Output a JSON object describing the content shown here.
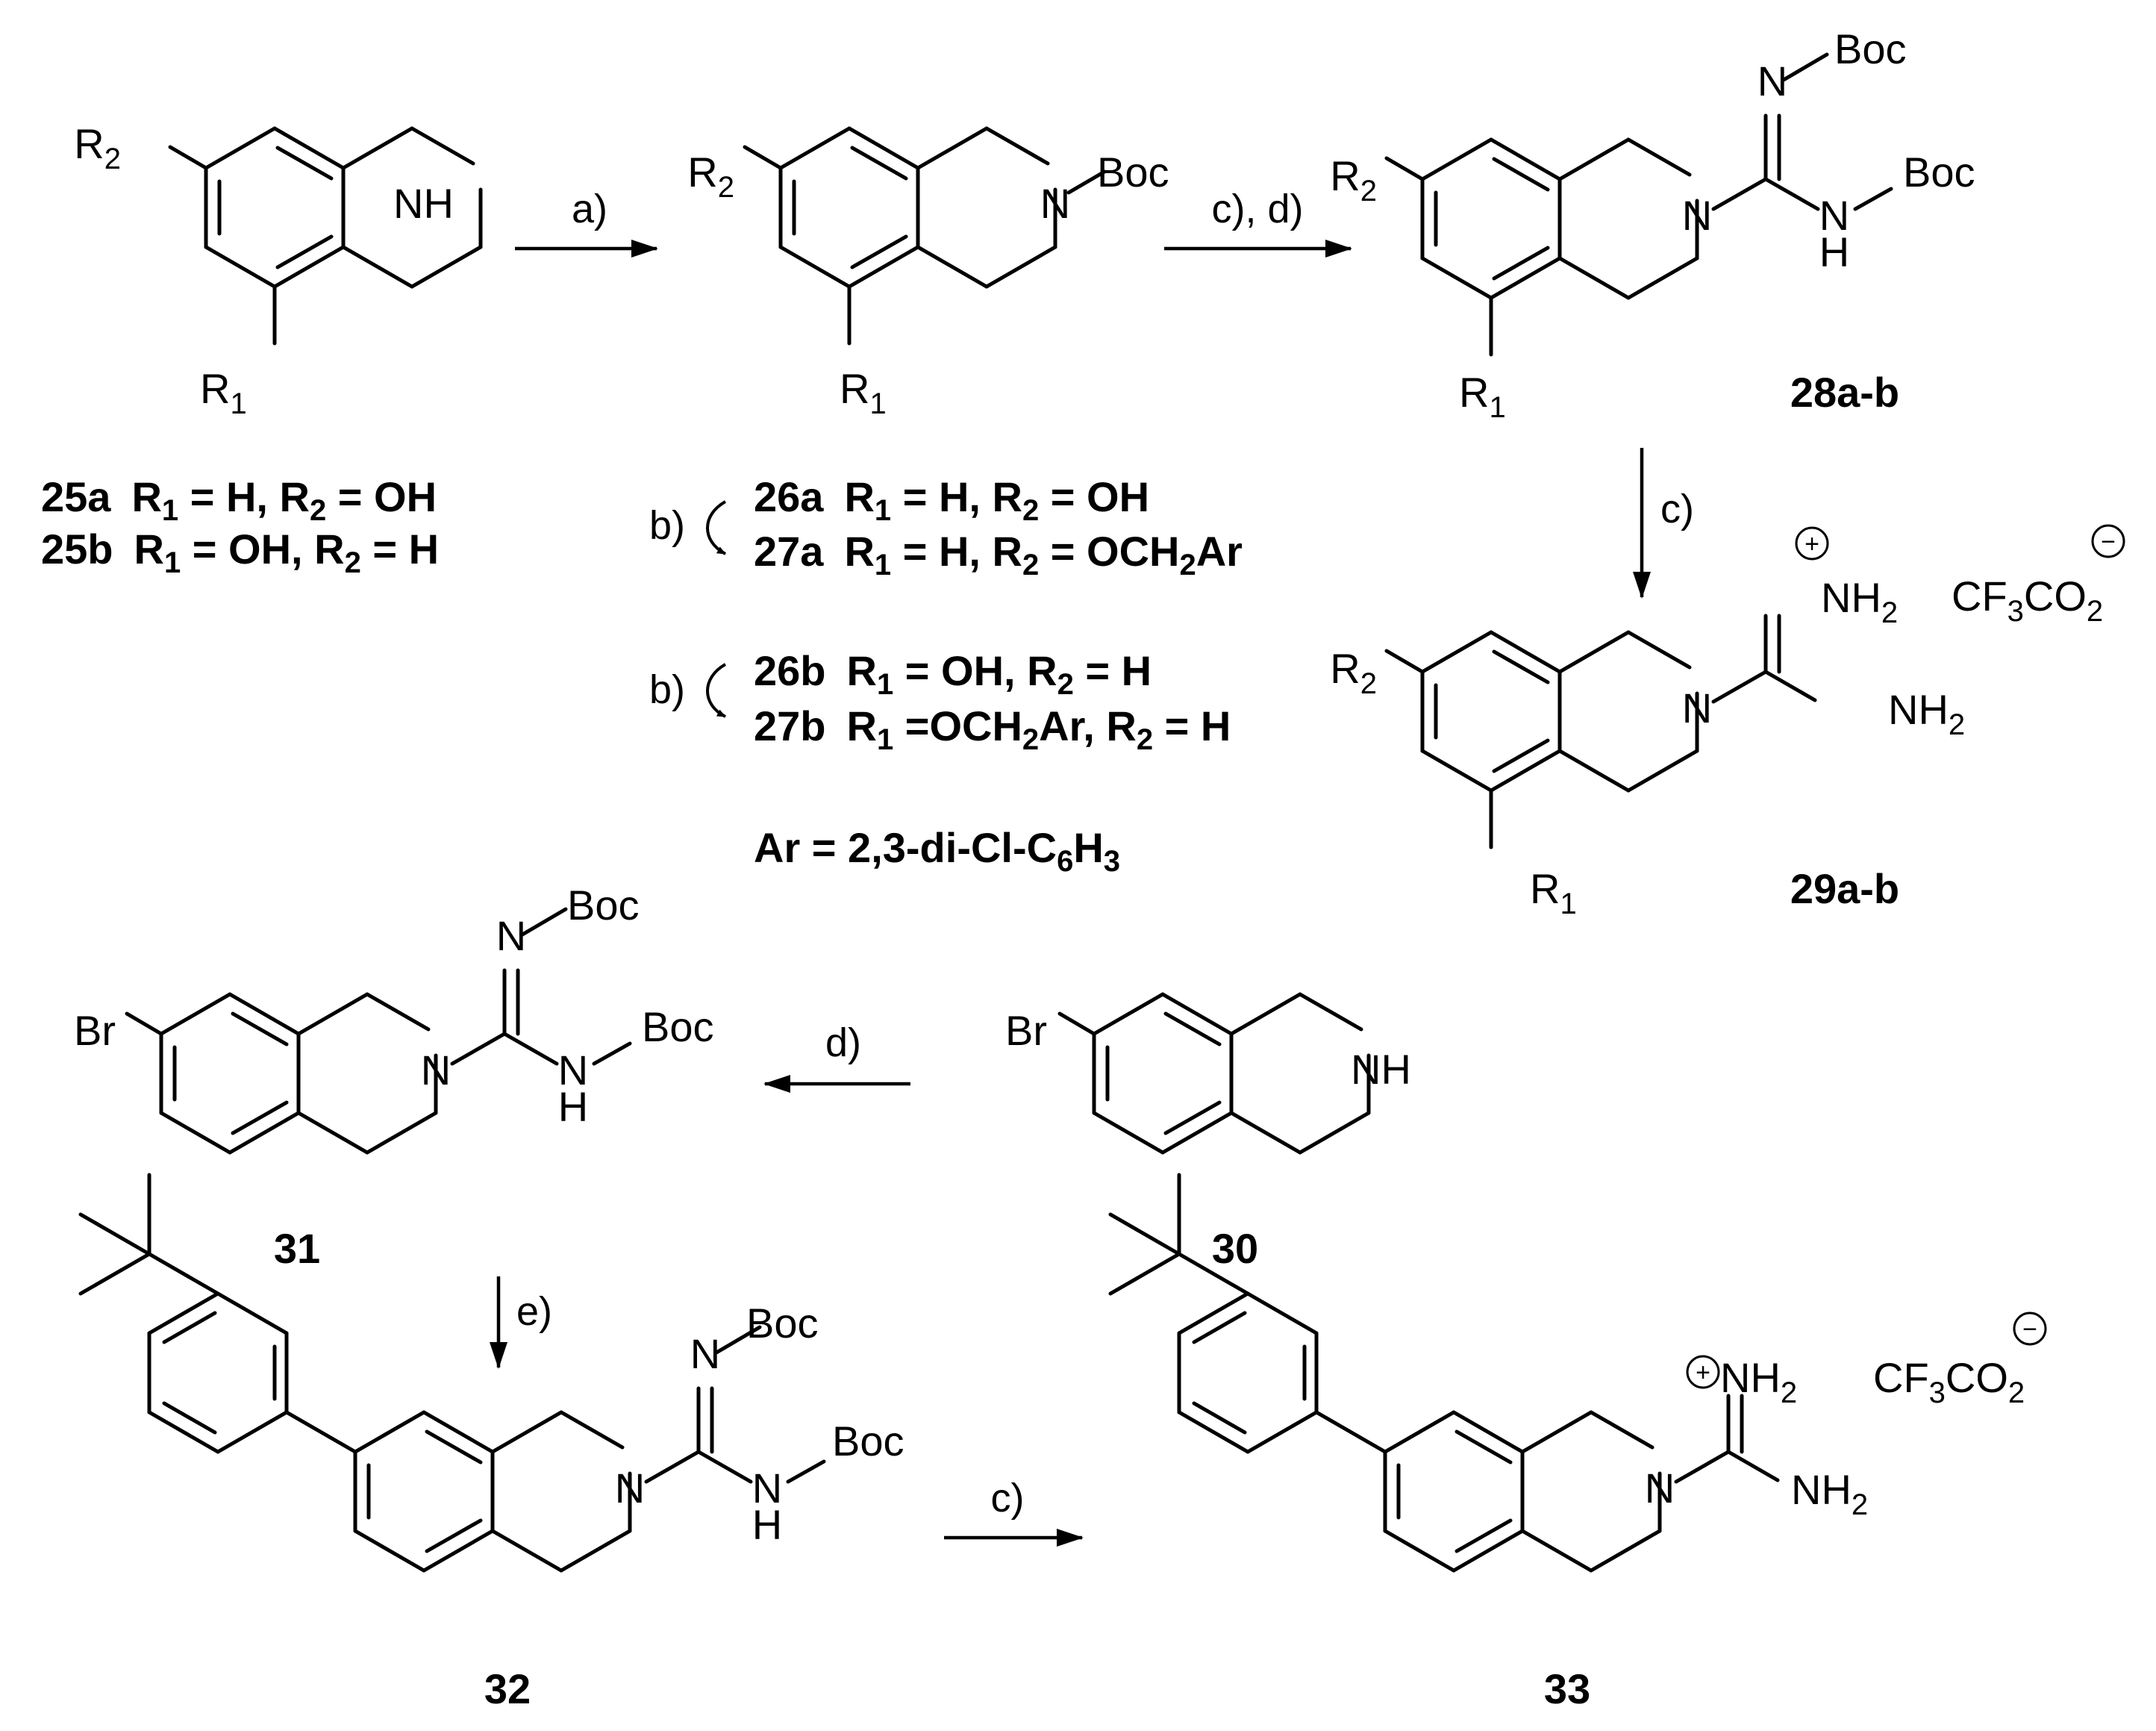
{
  "scheme": {
    "atoms": {
      "r1": "R",
      "r2": "R",
      "r_sub_1": "1",
      "r_sub_2": "2",
      "nh": "NH",
      "n": "N",
      "h": "H",
      "boc": "Boc",
      "br": "Br",
      "nh2": "NH",
      "nh2_sub": "2",
      "plus": "+",
      "minus": "−"
    },
    "counterion": {
      "cf": "CF",
      "f_sub": "3",
      "co": "CO",
      "o_sub": "2"
    },
    "reagents": [
      "a)",
      "b)",
      "c), d)",
      "c)",
      "d)",
      "e)",
      "c)"
    ],
    "compounds": [
      "28a-b",
      "29a-b",
      "31",
      "30",
      "32",
      "33"
    ],
    "definitions": {
      "d25a": {
        "id": "25a",
        "t1": "R",
        "s1": "1",
        "t2": " = H, R",
        "s2": "2",
        "t3": " = OH"
      },
      "d25b": {
        "id": "25b",
        "t1": "R",
        "s1": "1",
        "t2": " = OH, R",
        "s2": "2",
        "t3": " = H"
      },
      "d26a": {
        "id": "26a",
        "t1": "R",
        "s1": "1",
        "t2": " = H, R",
        "s2": "2",
        "t3": " = OH"
      },
      "d27a": {
        "id": "27a",
        "t1": "R",
        "s1": "1",
        "t2": " = H, R",
        "s2": "2",
        "t3": " = OCH",
        "s3": "2",
        "t4": "Ar"
      },
      "d26b": {
        "id": "26b",
        "t1": "R",
        "s1": "1",
        "t2": " = OH, R",
        "s2": "2",
        "t3": " = H"
      },
      "d27b": {
        "id": "27b",
        "t1": "R",
        "s1": "1",
        "t2": " =OCH",
        "s2": "2",
        "t3": "Ar, R",
        "s3": "2",
        "t4": " = H"
      },
      "ar": {
        "t1": "Ar = 2,3-di-Cl-C",
        "s1": "6",
        "t2": "H",
        "s2": "3"
      }
    }
  }
}
